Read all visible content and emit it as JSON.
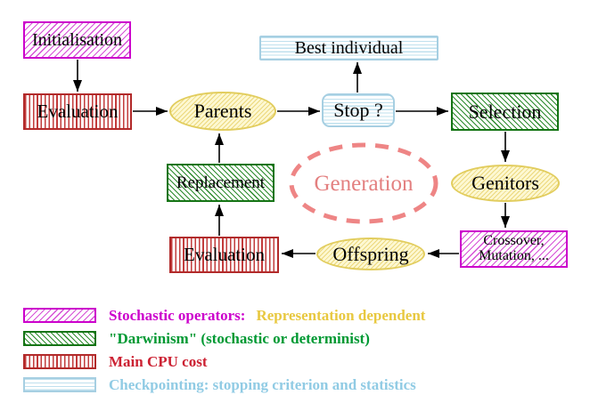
{
  "nodes": {
    "initialisation": {
      "label": "Initialisation",
      "pattern": "magenta-hatch"
    },
    "evaluation_top": {
      "label": "Evaluation",
      "pattern": "red-stripes"
    },
    "parents": {
      "label": "Parents",
      "pattern": "yellow-hatch"
    },
    "best_individual": {
      "label": "Best individual",
      "pattern": "cyan-stripes"
    },
    "stop": {
      "label": "Stop ?",
      "pattern": "cyan-stripes"
    },
    "selection": {
      "label": "Selection",
      "pattern": "green-hatch"
    },
    "replacement": {
      "label": "Replacement",
      "pattern": "green-hatch"
    },
    "generation": {
      "label": "Generation",
      "pattern": "dashed-salmon-ellipse"
    },
    "genitors": {
      "label": "Genitors",
      "pattern": "yellow-hatch"
    },
    "evaluation_bottom": {
      "label": "Evaluation",
      "pattern": "red-stripes"
    },
    "offspring": {
      "label": "Offspring",
      "pattern": "yellow-hatch"
    },
    "crossover": {
      "label_line1": "Crossover,",
      "label_line2": "Mutation, ...",
      "pattern": "magenta-hatch"
    }
  },
  "edges": [
    "initialisation -> evaluation_top",
    "evaluation_top -> parents",
    "parents -> stop",
    "stop -> best_individual",
    "stop -> selection",
    "selection -> genitors",
    "genitors -> crossover",
    "crossover -> offspring",
    "offspring -> evaluation_bottom",
    "evaluation_bottom -> replacement",
    "replacement -> parents"
  ],
  "legend": {
    "items": [
      {
        "swatch": "magenta-hatch",
        "label": "Stochastic operators:",
        "label2": "Representation dependent"
      },
      {
        "swatch": "green-hatch",
        "label": "\"Darwinism\" (stochastic or determinist)",
        "label2": ""
      },
      {
        "swatch": "red-stripes",
        "label": "Main CPU cost",
        "label2": ""
      },
      {
        "swatch": "cyan-stripes",
        "label": "Checkpointing: stopping criterion and statistics",
        "label2": ""
      }
    ]
  },
  "colors": {
    "magenta": "#cc00cc",
    "red": "#b22a2a",
    "green": "#147414",
    "cyan_border": "#a6cfe2",
    "yellow_border": "#e2cd5e",
    "salmon_dashed": "#ee8585",
    "generation_text": "#e37f7f",
    "gold_text": "#e8c840",
    "legend_green_text": "#009933",
    "legend_red_text": "#cc2233",
    "legend_cyan_text": "#90cbe4",
    "arrow": "#000000"
  }
}
